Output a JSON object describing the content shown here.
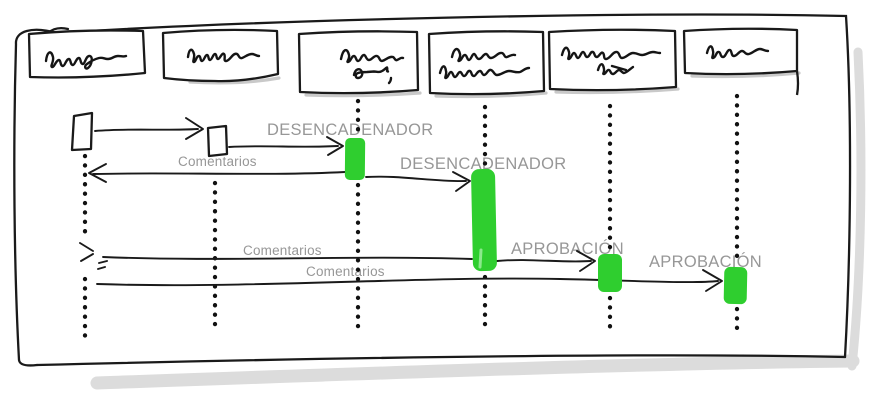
{
  "diagram": {
    "kind": "hand-drawn sequence diagram sketch",
    "colors": {
      "ink": "#1a1a1a",
      "activation_green": "#2fce2f",
      "activation_highlight": "#8ce98c",
      "label_gray": "#979797",
      "frame_shadow_gray": "#dcdcdc",
      "box_shadow_gray": "#c9c9c9"
    }
  },
  "actors": [
    {
      "id": 1,
      "content": "handwriting-scribble"
    },
    {
      "id": 2,
      "content": "handwriting-scribble"
    },
    {
      "id": 3,
      "content": "handwriting-scribble-two-lines"
    },
    {
      "id": 4,
      "content": "handwriting-scribble-two-lines"
    },
    {
      "id": 5,
      "content": "handwriting-scribble-two-lines"
    },
    {
      "id": 6,
      "content": "handwriting-scribble"
    }
  ],
  "labels": {
    "desencadenador_1": "DESENCADENADOR",
    "desencadenador_2": "DESENCADENADOR",
    "comentarios_1": "Comentarios",
    "comentarios_2": "Comentarios",
    "comentarios_3": "Comentarios",
    "aprobacion_1": "APROBACIÓN",
    "aprobacion_2": "APROBACIÓN"
  }
}
